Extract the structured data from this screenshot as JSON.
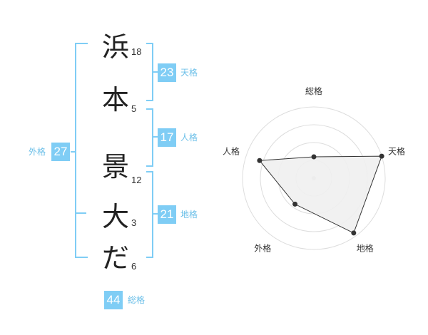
{
  "name_chars": [
    {
      "char": "浜",
      "strokes": "18"
    },
    {
      "char": "本",
      "strokes": "5"
    },
    {
      "char": "景",
      "strokes": "12"
    },
    {
      "char": "大",
      "strokes": "3"
    },
    {
      "char": "だ",
      "strokes": "6"
    }
  ],
  "fortunes": {
    "tenkaku": {
      "value": "23",
      "label": "天格"
    },
    "jinkaku": {
      "value": "17",
      "label": "人格"
    },
    "chikaku": {
      "value": "21",
      "label": "地格"
    },
    "gaikaku": {
      "value": "27",
      "label": "外格"
    },
    "soukaku": {
      "value": "44",
      "label": "総格"
    }
  },
  "colors": {
    "accent": "#7fcdf5",
    "label": "#6bbfe8"
  },
  "chart_data": {
    "type": "radar",
    "axes": [
      "総格",
      "天格",
      "地格",
      "外格",
      "人格"
    ],
    "values": [
      0.3,
      1.0,
      0.95,
      0.45,
      0.8
    ],
    "range": [
      0,
      1
    ],
    "rings": 4
  }
}
